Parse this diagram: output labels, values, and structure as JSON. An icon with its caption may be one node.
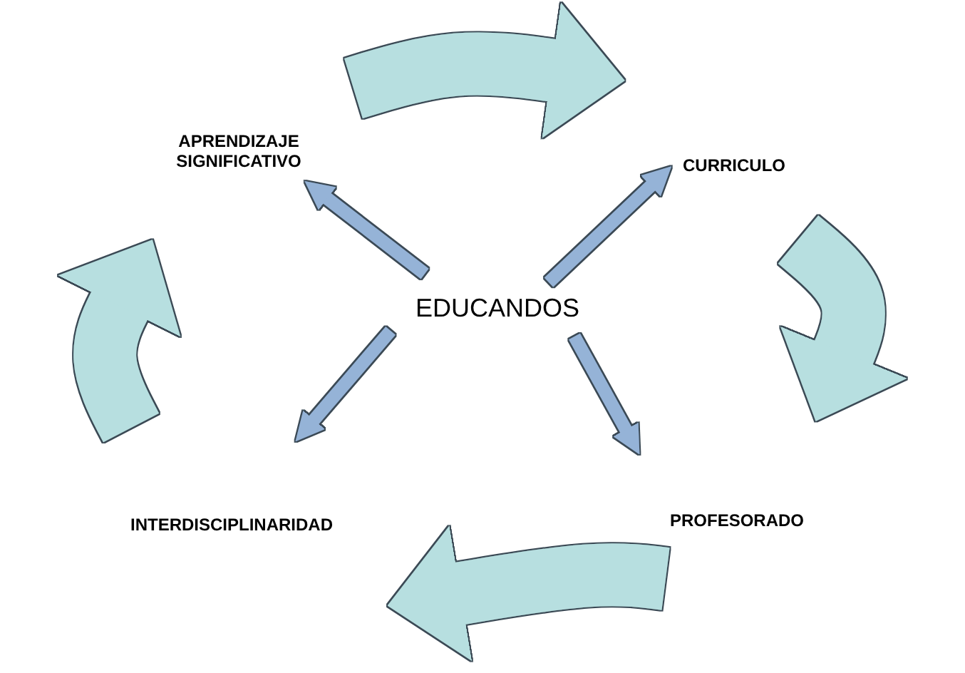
{
  "diagram": {
    "nodes": [
      {
        "text": [
          "EDUCANDOS"
        ]
      },
      {
        "text": [
          "APRENDIZAJE SIGNIFICATIVO"
        ]
      },
      {
        "text": [
          "CURRICULO"
        ]
      },
      {
        "text": [
          "INTERDISCIPLINARIDAD"
        ]
      },
      {
        "text": [
          "PROFESORADO"
        ]
      }
    ],
    "edges": [
      {
        "from": 0,
        "to": 1,
        "arrow": "to"
      },
      {
        "from": 0,
        "to": 2,
        "arrow": "to"
      },
      {
        "from": 0,
        "to": 3,
        "arrow": "to"
      },
      {
        "from": 0,
        "to": 4,
        "arrow": "to"
      }
    ]
  }
}
